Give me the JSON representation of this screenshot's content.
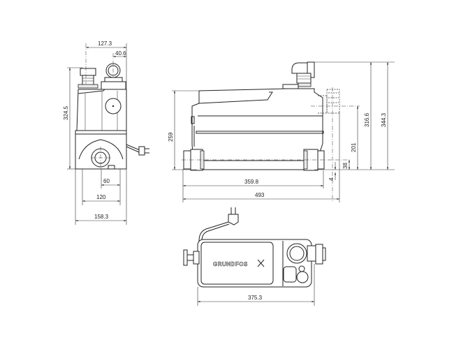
{
  "drawing": {
    "brand_logo": "GRUNDFOS",
    "front_view": {
      "width_top": "127.3",
      "outlet_offset": "40.6",
      "height": "324.5",
      "inlet_offset": "60",
      "foot_span": "120",
      "overall_width": "158.3"
    },
    "side_view": {
      "body_height": "259",
      "body_length": "359.8",
      "overall_length": "493",
      "foot_gap": "4",
      "inlet_height": "38",
      "side_outlet_height": "201",
      "outlet_height": "316.6",
      "overall_height": "344.3"
    },
    "top_view": {
      "overall_length": "375.3"
    }
  }
}
